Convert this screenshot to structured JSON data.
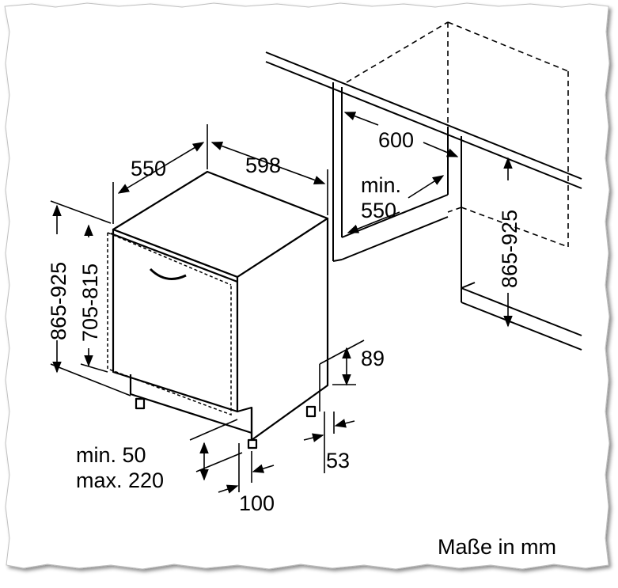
{
  "dimensions": {
    "depth": "550",
    "width": "598",
    "niche_width": "600",
    "niche_depth_line1": "min.",
    "niche_depth_line2": "550",
    "niche_height": "865-925",
    "total_height": "865-925",
    "body_height": "705-815",
    "plinth_height": "89",
    "plinth_setback": "53",
    "door_overhang_line1": "min. 50",
    "door_overhang_line2": "max. 220",
    "door_offset": "100"
  },
  "caption": "Maße in mm"
}
